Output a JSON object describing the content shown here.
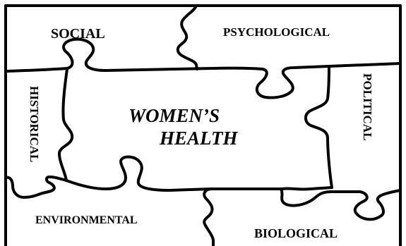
{
  "diagram": {
    "center": {
      "line1": "WOMEN’S",
      "line2": "HEALTH"
    },
    "pieces": {
      "social": "SOCIAL",
      "psychological": "PSYCHOLOGICAL",
      "historical": "HISTORICAL",
      "political": "POLITICAL",
      "environmental": "ENVIRONMENTAL",
      "biological": "BIOLOGICAL"
    }
  },
  "colors": {
    "line": "#000000",
    "background": "#ffffff"
  }
}
